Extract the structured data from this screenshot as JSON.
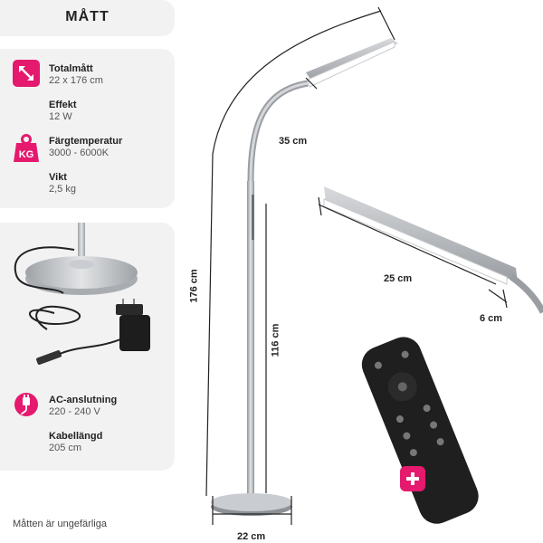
{
  "title": "MÅTT",
  "specs": [
    {
      "label": "Totalmått",
      "value": "22 x 176 cm",
      "icon": "resize-arrows-icon"
    },
    {
      "label": "Effekt",
      "value": "12 W",
      "icon": ""
    },
    {
      "label": "Färgtemperatur",
      "value": "3000 - 6000K",
      "icon": "weight-kg-icon"
    },
    {
      "label": "Vikt",
      "value": "2,5 kg",
      "icon": ""
    }
  ],
  "power": [
    {
      "label": "AC-anslutning",
      "value": "220 - 240 V",
      "icon": "power-plug-icon"
    },
    {
      "label": "Kabellängd",
      "value": "205 cm",
      "icon": ""
    }
  ],
  "weight_badge": "KG",
  "note": "Måtten är ungefärliga",
  "dimensions": {
    "head_length": "35 cm",
    "total_height": "176 cm",
    "pole_height": "116 cm",
    "base_diameter": "22 cm",
    "lamp_length": "25 cm",
    "lamp_width": "6 cm"
  },
  "colors": {
    "accent": "#e5196e",
    "panel": "#f2f2f2",
    "metal": "#b5b8bc"
  }
}
